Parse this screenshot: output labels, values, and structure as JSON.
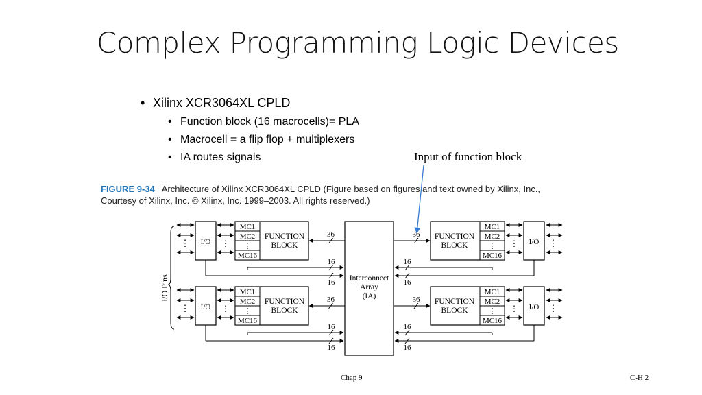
{
  "slide": {
    "title": "Complex Programming Logic Devices",
    "bullets": {
      "main": "Xilinx XCR3064XL CPLD",
      "sub": [
        "Function block (16 macrocells)= PLA",
        "Macrocell = a flip flop + multiplexers",
        "IA routes signals"
      ]
    },
    "annotation": "Input of function block",
    "footer_left": "Chap 9",
    "footer_right": "C-H 2"
  },
  "figure": {
    "number": "FIGURE 9-34",
    "caption": "Architecture of Xilinx XCR3064XL CPLD (Figure based on figures and text owned by Xilinx, Inc., Courtesy of Xilinx, Inc. © Xilinx, Inc. 1999–2003. All rights reserved.)",
    "io_pins_label": "I/O Pins",
    "io_label": "I/O",
    "mc_labels": [
      "MC1",
      "MC2",
      "⋮",
      "MC16"
    ],
    "fb_line1": "FUNCTION",
    "fb_line2": "BLOCK",
    "ia_line1": "Interconnect",
    "ia_line2": "Array",
    "ia_line3": "(IA)",
    "bus_36": "36",
    "bus_16": "16",
    "dots": "⋮"
  },
  "colors": {
    "annotation_arrow": "#3a7bd5",
    "figure_number": "#1f73b7"
  }
}
